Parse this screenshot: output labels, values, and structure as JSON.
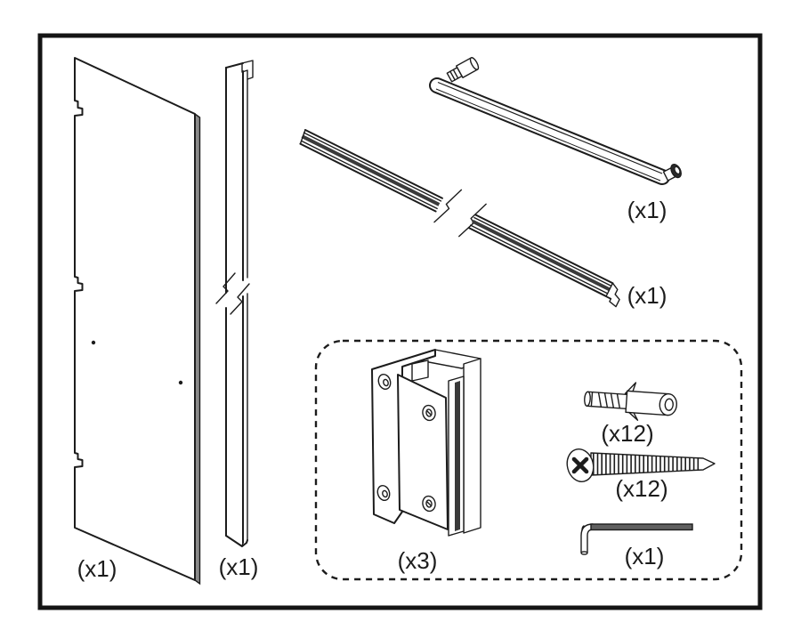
{
  "diagram": {
    "type": "installation-parts-diagram",
    "colors": {
      "line": "#1c1c1c",
      "background": "#ffffff",
      "edge_shade": "#8a8a8a",
      "dark_fill": "#3a3a3a"
    },
    "parts": {
      "glass_panel": {
        "name": "glass panel",
        "label": "(x1)"
      },
      "wall_channel": {
        "name": "wall channel strip",
        "label": "(x1)"
      },
      "towel_bar": {
        "name": "towel bar handle",
        "label": "(x1)"
      },
      "bottom_rail": {
        "name": "bottom rail",
        "label": "(x1)"
      },
      "hinge": {
        "name": "glass door hinge",
        "label": "(x3)"
      },
      "wall_anchor": {
        "name": "wall anchor",
        "label": "(x12)"
      },
      "screw": {
        "name": "mounting screw",
        "label": "(x12)"
      },
      "hex_key": {
        "name": "hex key",
        "label": "(x1)"
      }
    }
  }
}
